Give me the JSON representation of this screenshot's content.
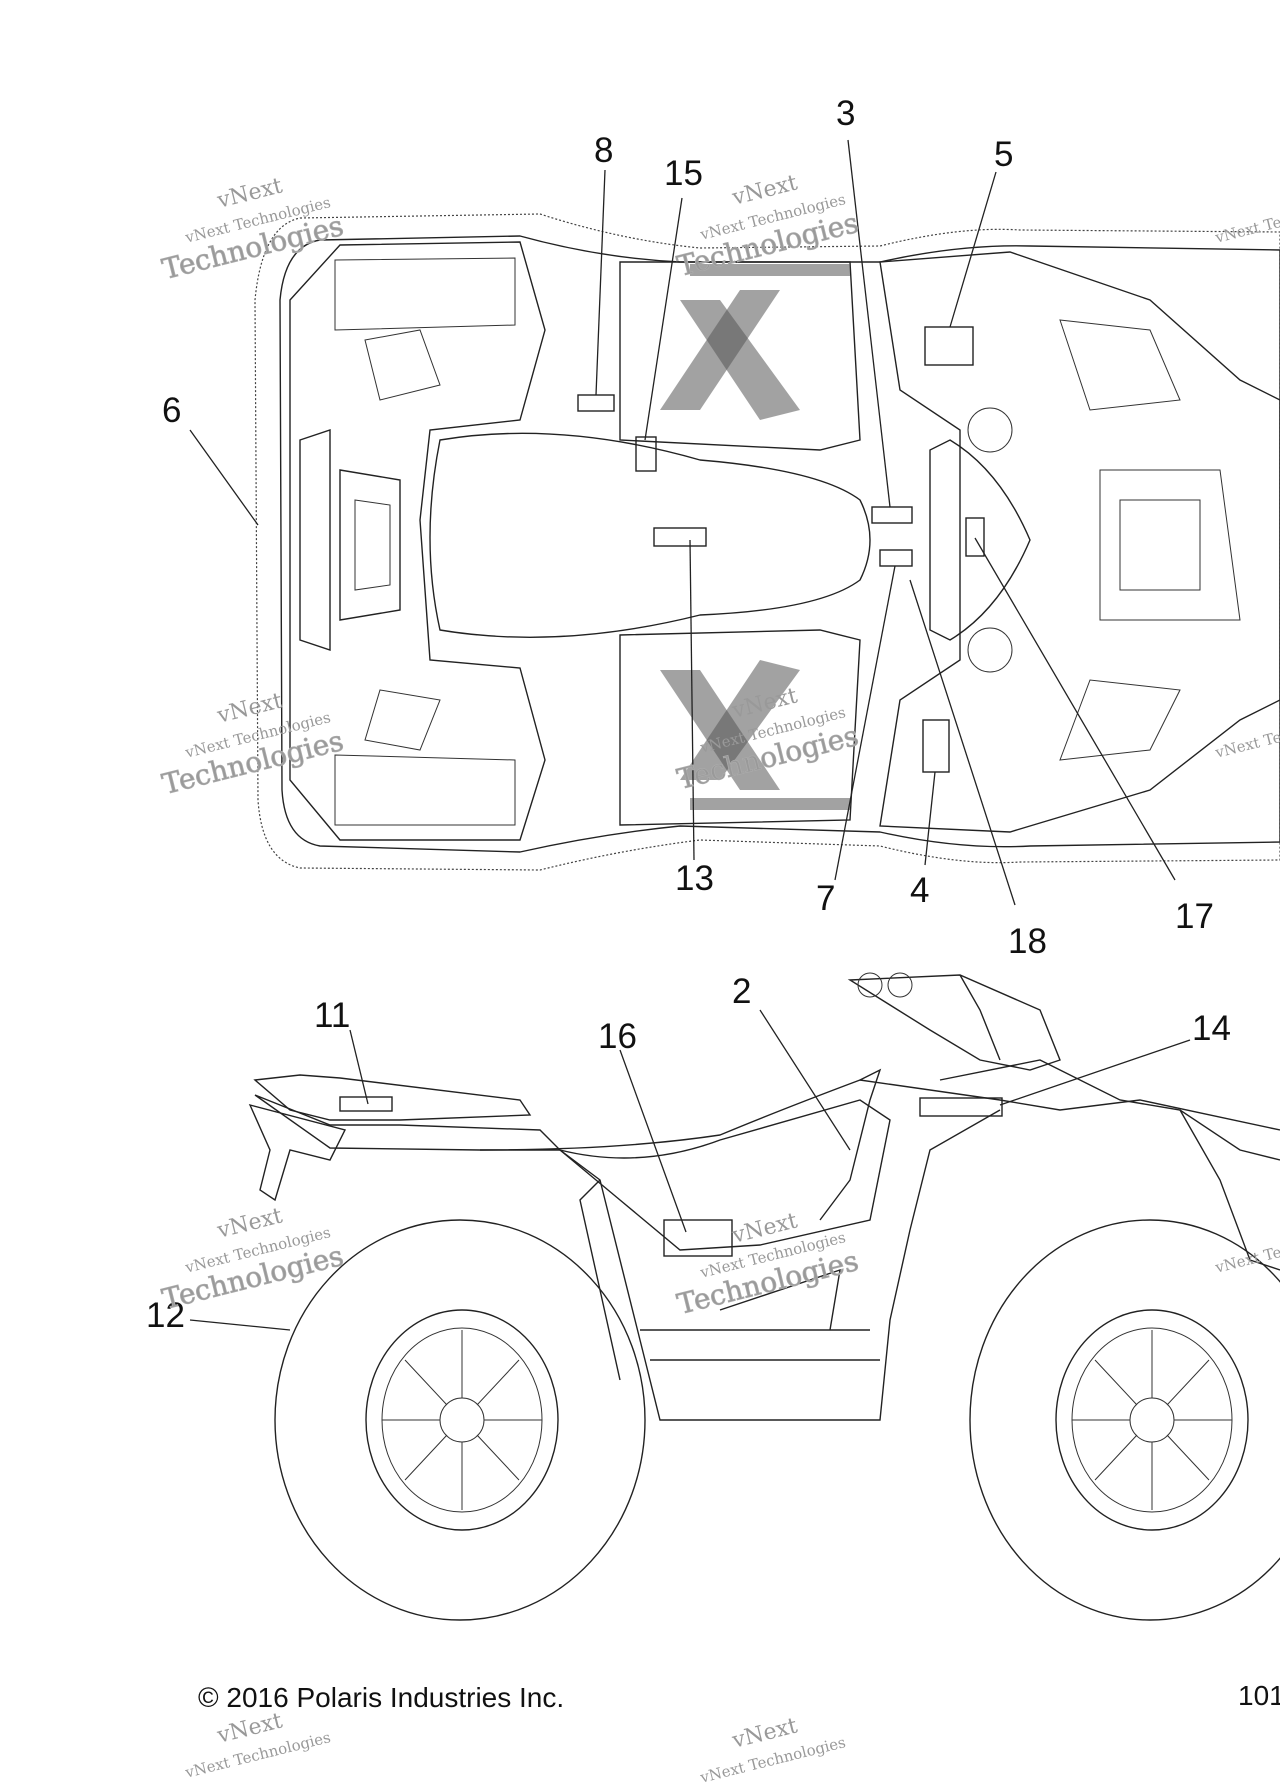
{
  "callouts": {
    "c2": "2",
    "c3": "3",
    "c4": "4",
    "c5": "5",
    "c6": "6",
    "c7": "7",
    "c8": "8",
    "c11": "11",
    "c12": "12",
    "c13": "13",
    "c14": "14",
    "c15": "15",
    "c16": "16",
    "c17": "17",
    "c18": "18"
  },
  "watermark": {
    "line1": "vNext",
    "line2": "vNext Technologies",
    "line3": "Technologies"
  },
  "footer": {
    "copyright": "© 2016 Polaris Industries Inc.",
    "page_number": "101"
  }
}
